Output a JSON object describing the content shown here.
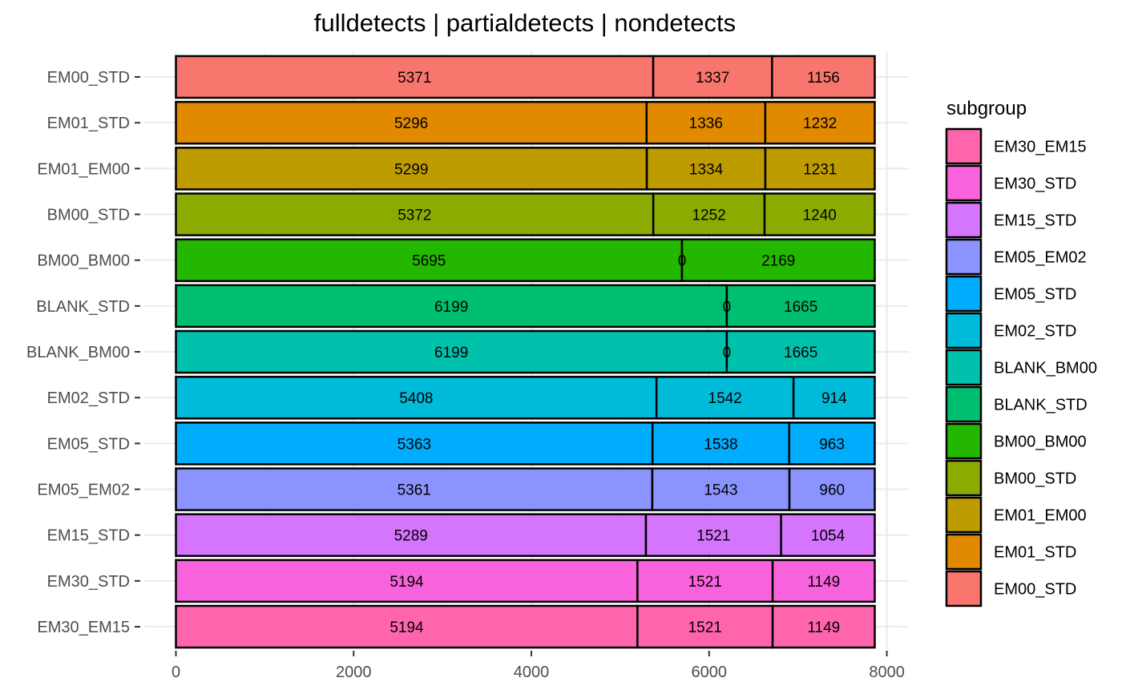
{
  "chart_data": {
    "type": "bar",
    "orientation": "horizontal",
    "stacked": true,
    "title": "fulldetects  |  partialdetects  |  nondetects",
    "xlabel": "",
    "ylabel": "",
    "xlim": [
      0,
      7864
    ],
    "xticks": [
      "0",
      "2000",
      "4000",
      "6000",
      "8000"
    ],
    "xtick_values": [
      0,
      2000,
      4000,
      6000,
      8000
    ],
    "grid": true,
    "legend_position": "right",
    "legend_title": "subgroup",
    "categories": [
      "EM00_STD",
      "EM01_STD",
      "EM01_EM00",
      "BM00_STD",
      "BM00_BM00",
      "BLANK_STD",
      "BLANK_BM00",
      "EM02_STD",
      "EM05_STD",
      "EM05_EM02",
      "EM15_STD",
      "EM30_STD",
      "EM30_EM15"
    ],
    "colors": [
      "#F8766D",
      "#E18A00",
      "#BE9C00",
      "#8CAB00",
      "#24B700",
      "#00BE70",
      "#00C1AB",
      "#00BBDA",
      "#00ACFC",
      "#8B93FF",
      "#D575FE",
      "#F962DD",
      "#FF65AC"
    ],
    "segments": [
      [
        5371,
        1337,
        1156
      ],
      [
        5296,
        1336,
        1232
      ],
      [
        5299,
        1334,
        1231
      ],
      [
        5372,
        1252,
        1240
      ],
      [
        5695,
        0,
        2169
      ],
      [
        6199,
        0,
        1665
      ],
      [
        6199,
        0,
        1665
      ],
      [
        5408,
        1542,
        914
      ],
      [
        5363,
        1538,
        963
      ],
      [
        5361,
        1543,
        960
      ],
      [
        5289,
        1521,
        1054
      ],
      [
        5194,
        1521,
        1149
      ],
      [
        5194,
        1521,
        1149
      ]
    ],
    "legend_order": [
      "EM30_EM15",
      "EM30_STD",
      "EM15_STD",
      "EM05_EM02",
      "EM05_STD",
      "EM02_STD",
      "BLANK_BM00",
      "BLANK_STD",
      "BM00_BM00",
      "BM00_STD",
      "EM01_EM00",
      "EM01_STD",
      "EM00_STD"
    ]
  }
}
